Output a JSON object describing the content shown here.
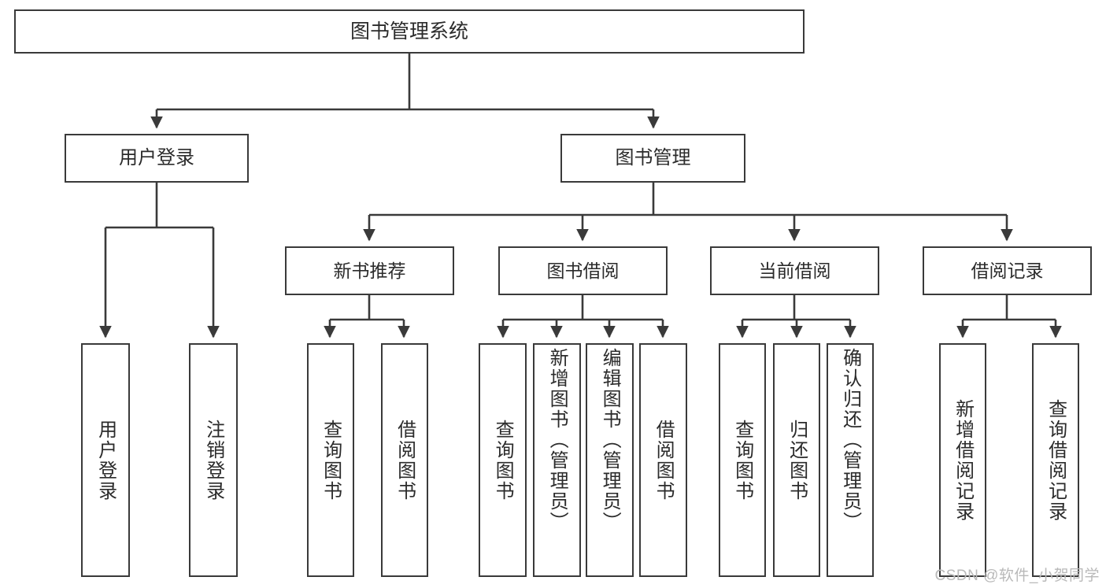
{
  "diagram": {
    "type": "tree",
    "title": "图书管理系统",
    "watermark": "CSDN @软件_小贺同学",
    "colors": {
      "stroke": "#3a3a3a",
      "text": "#2b2b2b",
      "background": "#ffffff",
      "watermark": "#b9b9b9"
    },
    "nodes": {
      "root": {
        "label": "图书管理系统"
      },
      "level2": [
        {
          "id": "user-login",
          "label": "用户登录"
        },
        {
          "id": "book-manage",
          "label": "图书管理"
        }
      ],
      "level3": [
        {
          "id": "new-book-recommend",
          "label": "新书推荐"
        },
        {
          "id": "book-borrow",
          "label": "图书借阅"
        },
        {
          "id": "current-borrow",
          "label": "当前借阅"
        },
        {
          "id": "borrow-record",
          "label": "借阅记录"
        }
      ],
      "leaves": {
        "user_login": [
          {
            "id": "leaf-user-login",
            "label": "用户登录"
          },
          {
            "id": "leaf-logout",
            "label": "注销登录"
          }
        ],
        "new_book_recommend": [
          {
            "id": "leaf-query-book-1",
            "label": "查询图书"
          },
          {
            "id": "leaf-borrow-book-1",
            "label": "借阅图书"
          }
        ],
        "book_borrow": [
          {
            "id": "leaf-query-book-2",
            "label": "查询图书"
          },
          {
            "id": "leaf-add-book",
            "label": "新增图书（管理员）"
          },
          {
            "id": "leaf-edit-book",
            "label": "编辑图书（管理员）"
          },
          {
            "id": "leaf-borrow-book-2",
            "label": "借阅图书"
          }
        ],
        "current_borrow": [
          {
            "id": "leaf-query-book-3",
            "label": "查询图书"
          },
          {
            "id": "leaf-return-book",
            "label": "归还图书"
          },
          {
            "id": "leaf-confirm-return",
            "label": "确认归还（管理员）"
          }
        ],
        "borrow_record": [
          {
            "id": "leaf-add-record",
            "label": "新增借阅记录"
          },
          {
            "id": "leaf-query-record",
            "label": "查询借阅记录"
          }
        ]
      }
    },
    "edges": [
      {
        "from": "root",
        "to": "user-login"
      },
      {
        "from": "root",
        "to": "book-manage"
      },
      {
        "from": "user-login",
        "to": "leaf-user-login"
      },
      {
        "from": "user-login",
        "to": "leaf-logout"
      },
      {
        "from": "book-manage",
        "to": "new-book-recommend"
      },
      {
        "from": "book-manage",
        "to": "book-borrow"
      },
      {
        "from": "book-manage",
        "to": "current-borrow"
      },
      {
        "from": "book-manage",
        "to": "borrow-record"
      },
      {
        "from": "new-book-recommend",
        "to": "leaf-query-book-1"
      },
      {
        "from": "new-book-recommend",
        "to": "leaf-borrow-book-1"
      },
      {
        "from": "book-borrow",
        "to": "leaf-query-book-2"
      },
      {
        "from": "book-borrow",
        "to": "leaf-add-book"
      },
      {
        "from": "book-borrow",
        "to": "leaf-edit-book"
      },
      {
        "from": "book-borrow",
        "to": "leaf-borrow-book-2"
      },
      {
        "from": "current-borrow",
        "to": "leaf-query-book-3"
      },
      {
        "from": "current-borrow",
        "to": "leaf-return-book"
      },
      {
        "from": "current-borrow",
        "to": "leaf-confirm-return"
      },
      {
        "from": "borrow-record",
        "to": "leaf-add-record"
      },
      {
        "from": "borrow-record",
        "to": "leaf-query-record"
      }
    ]
  }
}
